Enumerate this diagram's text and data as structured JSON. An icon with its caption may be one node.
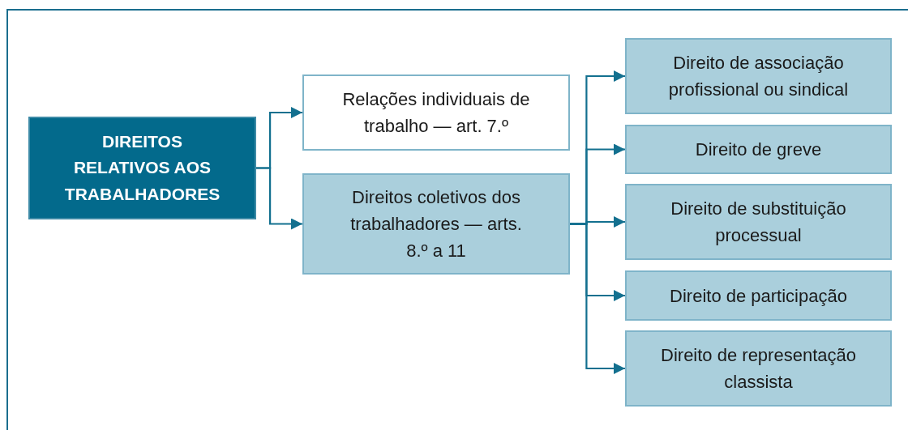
{
  "diagram": {
    "nodes": [
      {
        "text": [
          "DIREITOS RELATIVOS AOS TRABALHADORES"
        ]
      },
      {
        "text": [
          "Relações individuais de trabalho — art. 7.º"
        ]
      },
      {
        "text": [
          "Direitos coletivos dos trabalhadores — arts. 8.º a 11"
        ]
      },
      {
        "text": [
          "Direito de associação profissional ou sindical"
        ]
      },
      {
        "text": [
          "Direito de greve"
        ]
      },
      {
        "text": [
          "Direito de substituição processual"
        ]
      },
      {
        "text": [
          "Direito de participação"
        ]
      },
      {
        "text": [
          "Direito de representação classista"
        ]
      }
    ],
    "edges": [
      {
        "from": 0,
        "to": 1,
        "arrow": "to"
      },
      {
        "from": 0,
        "to": 2,
        "arrow": "to"
      },
      {
        "from": 2,
        "to": 3,
        "arrow": "to"
      },
      {
        "from": 2,
        "to": 4,
        "arrow": "to"
      },
      {
        "from": 2,
        "to": 5,
        "arrow": "to"
      },
      {
        "from": 2,
        "to": 6,
        "arrow": "to"
      },
      {
        "from": 2,
        "to": 7,
        "arrow": "to"
      }
    ]
  }
}
